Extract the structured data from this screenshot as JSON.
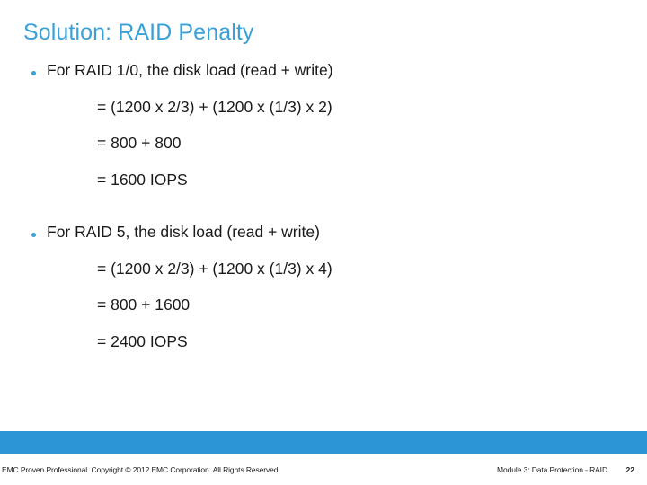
{
  "slide": {
    "title": "Solution: RAID Penalty",
    "blocks": [
      {
        "bullet": "For RAID 1/0, the disk load (read + write)",
        "lines": [
          "= (1200 x 2/3) + (1200 x (1/3) x 2)",
          "= 800 + 800",
          "= 1600 IOPS"
        ]
      },
      {
        "bullet": "For RAID 5, the disk load (read + write)",
        "lines": [
          "= (1200 x 2/3) + (1200 x (1/3) x 4)",
          "= 800 + 1600",
          "= 2400 IOPS"
        ]
      }
    ]
  },
  "footer": {
    "left": "EMC Proven Professional. Copyright © 2012 EMC Corporation. All Rights Reserved.",
    "right": "Module 3: Data Protection - RAID",
    "page": "22"
  },
  "colors": {
    "accent": "#3aa0d8",
    "footer_bar": "#2b96d4",
    "text": "#1a1a1a",
    "background": "#ffffff"
  }
}
